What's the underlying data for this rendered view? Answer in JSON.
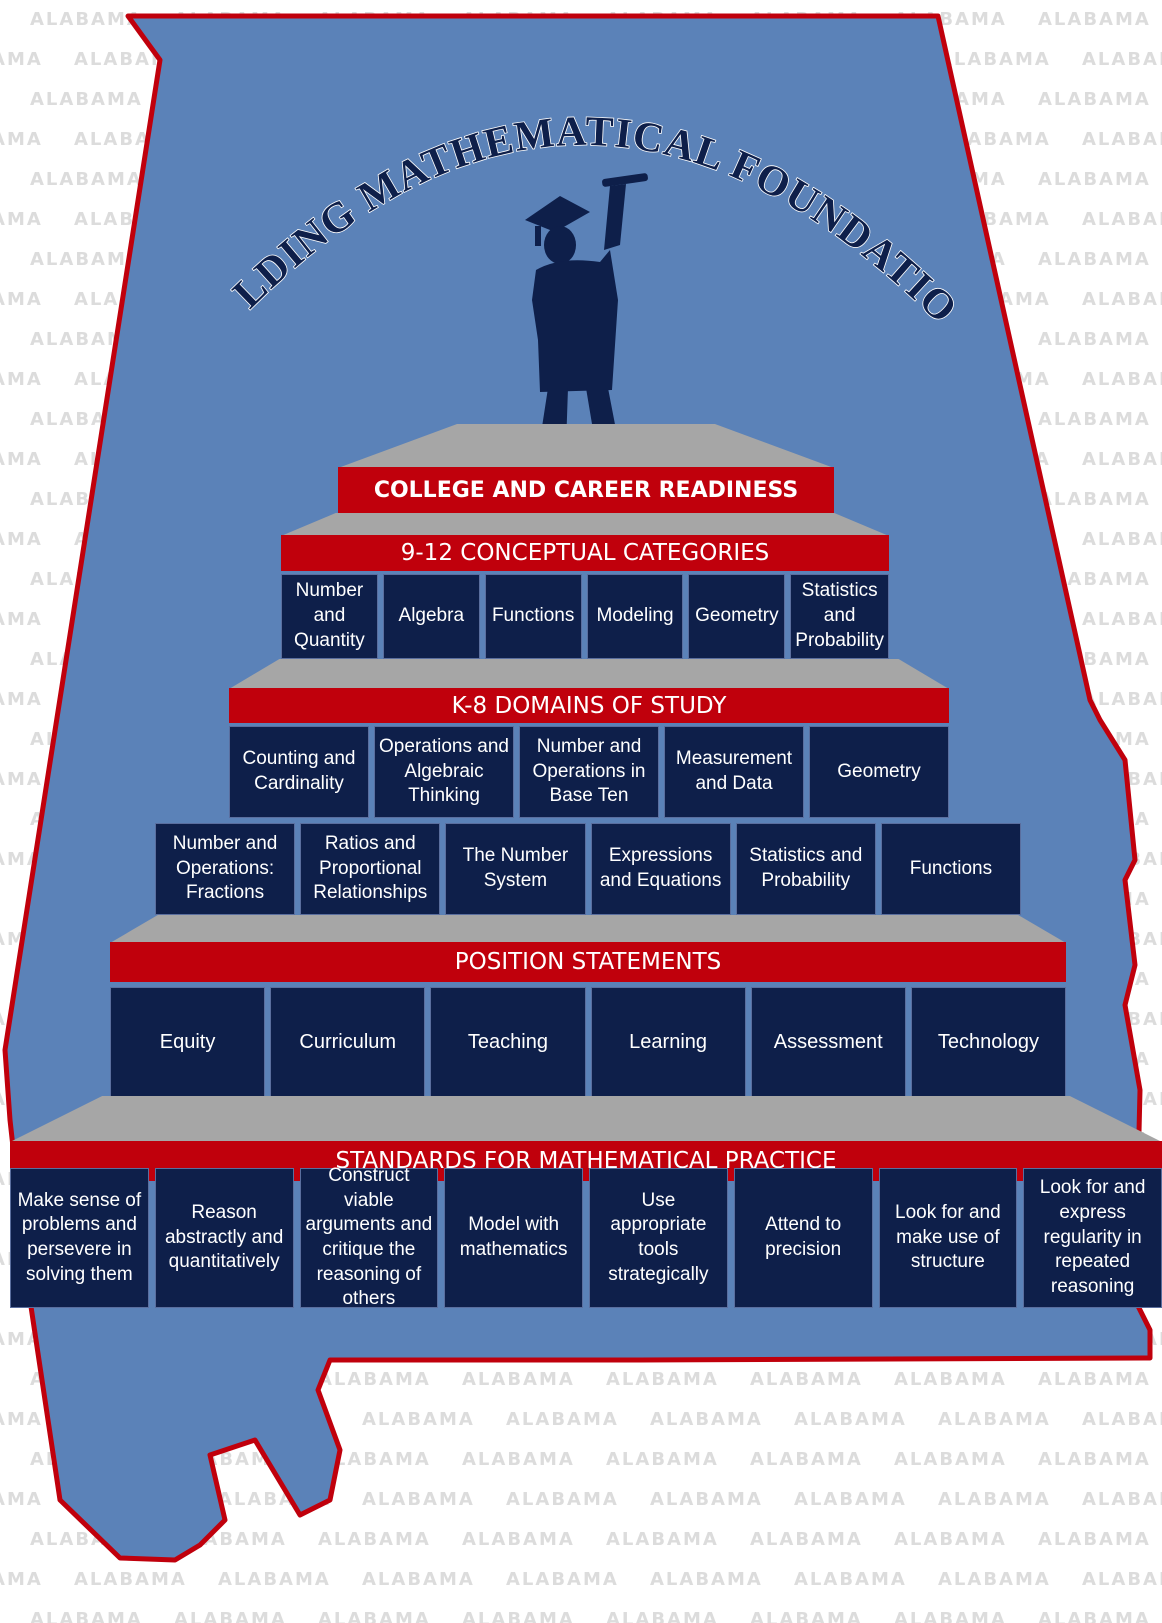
{
  "background": {
    "watermark": "ALABAMA"
  },
  "colors": {
    "state_fill": "#5b82b8",
    "state_outline": "#c0000c",
    "band_red": "#c0000c",
    "box_navy": "#0e1f4a",
    "step_gray": "#a6a6a6",
    "title_fill": "#0e1f4a"
  },
  "title": "BUILDING MATHEMATICAL FOUNDATIONS",
  "pyramid": {
    "top": {
      "label": "COLLEGE AND CAREER READINESS"
    },
    "conceptual_categories": {
      "label": "9-12 CONCEPTUAL CATEGORIES",
      "items": [
        "Number and Quantity",
        "Algebra",
        "Functions",
        "Modeling",
        "Geometry",
        "Statistics and Probability"
      ]
    },
    "domains": {
      "label": "K-8 DOMAINS OF STUDY",
      "row1": [
        "Counting and Cardinality",
        "Operations and Algebraic Thinking",
        "Number and Operations in Base Ten",
        "Measurement and Data",
        "Geometry"
      ],
      "row2": [
        "Number and Operations: Fractions",
        "Ratios and Proportional Relationships",
        "The Number System",
        "Expressions and Equations",
        "Statistics and Probability",
        "Functions"
      ]
    },
    "position_statements": {
      "label": "POSITION STATEMENTS",
      "items": [
        "Equity",
        "Curriculum",
        "Teaching",
        "Learning",
        "Assessment",
        "Technology"
      ]
    },
    "practices": {
      "label": "STANDARDS FOR MATHEMATICAL PRACTICE",
      "items": [
        "Make sense of problems and persevere in solving them",
        "Reason abstractly and quantitatively",
        "Construct viable arguments and critique the reasoning of others",
        "Model with mathematics",
        "Use appropriate tools strategically",
        "Attend to precision",
        "Look for and make use of structure",
        "Look for and express regularity in repeated reasoning"
      ]
    }
  }
}
